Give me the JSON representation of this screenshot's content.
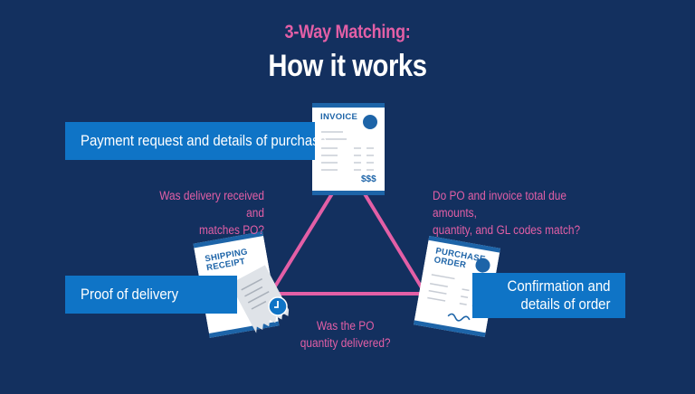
{
  "header": {
    "subtitle": "3-Way Matching:",
    "title": "How it works"
  },
  "documents": {
    "invoice": {
      "label": "INVOICE",
      "amount": "$$$"
    },
    "shipping": {
      "label": "SHIPPING\nRECEIPT"
    },
    "purchase": {
      "label": "PURCHASE\nORDER"
    }
  },
  "labels": {
    "payment": "Payment request and details of purchase",
    "proof": "Proof of delivery",
    "confirmation": "Confirmation and\ndetails of order"
  },
  "questions": {
    "left": "Was delivery received and\nmatches PO?",
    "right": "Do PO and invoice total due amounts,\nquantity, and GL codes match?",
    "bottom": "Was the PO\nquantity delivered?"
  },
  "colors": {
    "background": "#13305f",
    "accent": "#e35fa6",
    "bar": "#0f74c6",
    "document_blue": "#1d64a8"
  }
}
